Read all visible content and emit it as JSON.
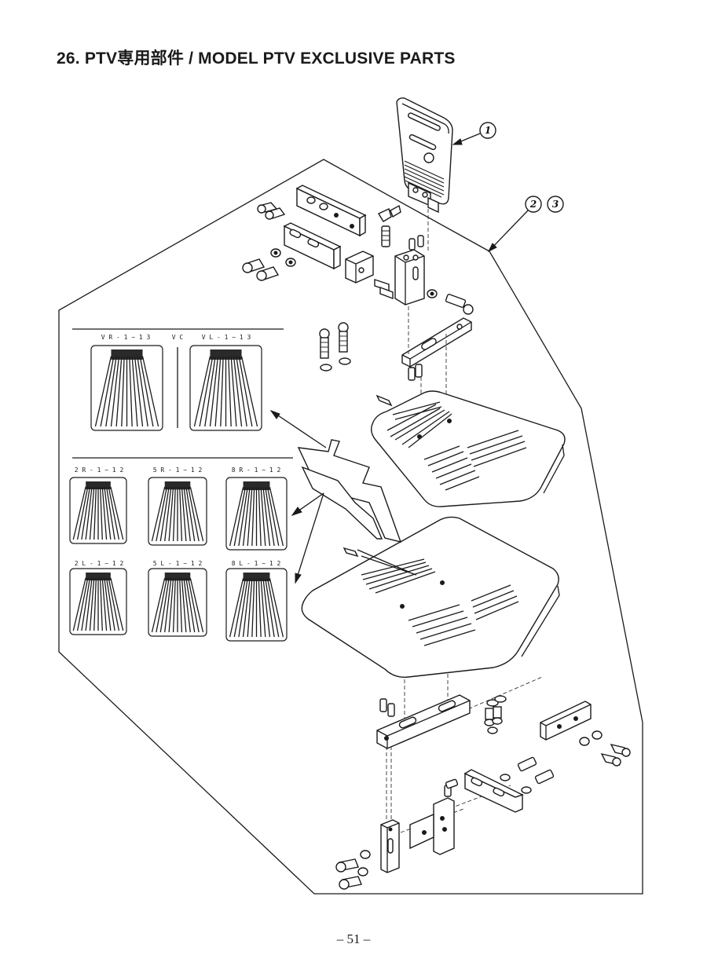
{
  "page": {
    "title": "26. PTV専用部件 / MODEL PTV EXCLUSIVE PARTS",
    "page_number": "– 51 –"
  },
  "callouts": [
    "1",
    "2",
    "3"
  ],
  "nozzle_labels": {
    "top_row": [
      "V R - 1 ~ 1 3",
      "V C",
      "V L - 1 ~ 1 3"
    ],
    "middle_row": [
      "2 R - 1 ~ 1 2",
      "5 R - 1 ~ 1 2",
      "8 R - 1 ~ 1 2"
    ],
    "bottom_row": [
      "2 L - 1 ~ 1 2",
      "5 L - 1 ~ 1 2",
      "8 L - 1 ~ 1 2"
    ]
  }
}
